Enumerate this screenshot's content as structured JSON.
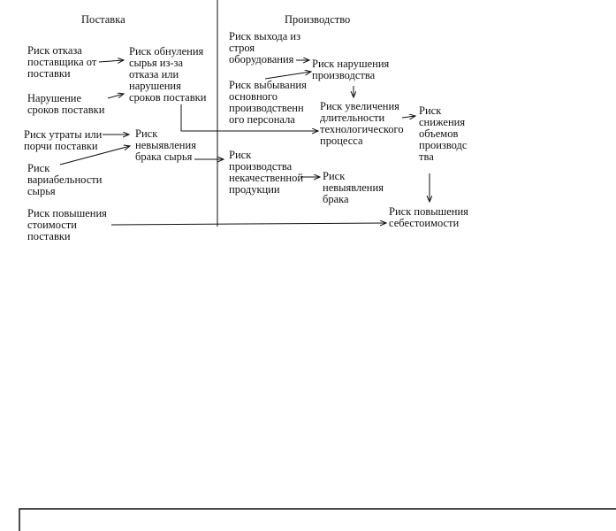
{
  "columns": {
    "supply": "Поставка",
    "production": "Производство"
  },
  "nodes": {
    "supplier_refusal": "Риск отказа\nпоставщика от\nпоставки",
    "delivery_delay": "Нарушение\nсроков поставки",
    "loss_spoilage": "Риск утраты или\nпорчи поставки",
    "raw_variability": "Риск\nвариабельности\nсырья",
    "delivery_cost": "Риск повышения\nстоимости\nпоставки",
    "raw_zeroing": "Риск обнуления\nсырья из-за\nотказа или\nнарушения\nсроков поставки",
    "undetected_raw_defect": "Риск\nневыявления\nбрака сырья",
    "equipment_failure": "Риск выхода из\nстроя\nоборудования",
    "staff_attrition": "Риск выбывания\nосновного\nпроизводственн\nого персонала",
    "production_disruption": "Риск нарушения\nпроизводства",
    "process_duration": "Риск увеличения\nдлительности\nтехнологического\nпроцесса",
    "output_reduction": "Риск\nснижения\nобъемов\nпроизводс\nтва",
    "defective_production": "Риск\nпроизводства\nнекачественной\nпродукции",
    "undetected_defect": "Риск\nневыявления\nбрака",
    "cost_increase": "Риск повышения\nсебестоимости"
  }
}
